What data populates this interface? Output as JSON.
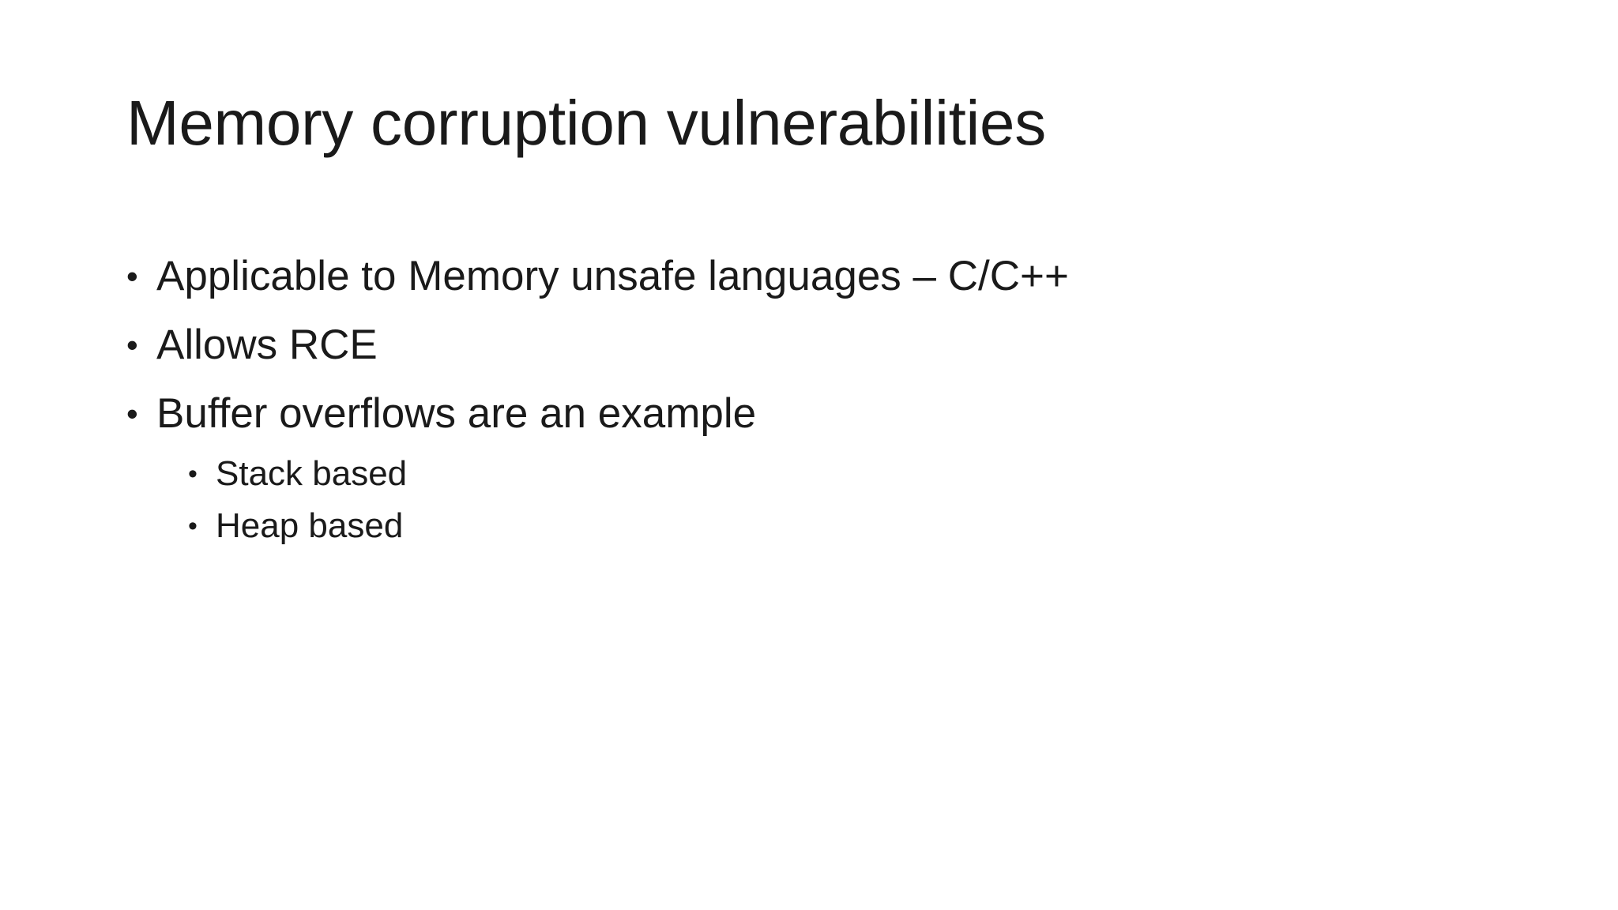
{
  "slide": {
    "background_color": "#ffffff",
    "text_color": "#1a1a1a",
    "title": "Memory corruption vulnerabilities",
    "bullet_glyph": "•",
    "content": [
      {
        "level": 1,
        "text": "Applicable to Memory unsafe languages – C/C++"
      },
      {
        "level": 1,
        "text": "Allows RCE"
      },
      {
        "level": 1,
        "text": "Buffer overflows are an example"
      },
      {
        "level": 2,
        "text": "Stack based"
      },
      {
        "level": 2,
        "text": "Heap based"
      }
    ]
  }
}
